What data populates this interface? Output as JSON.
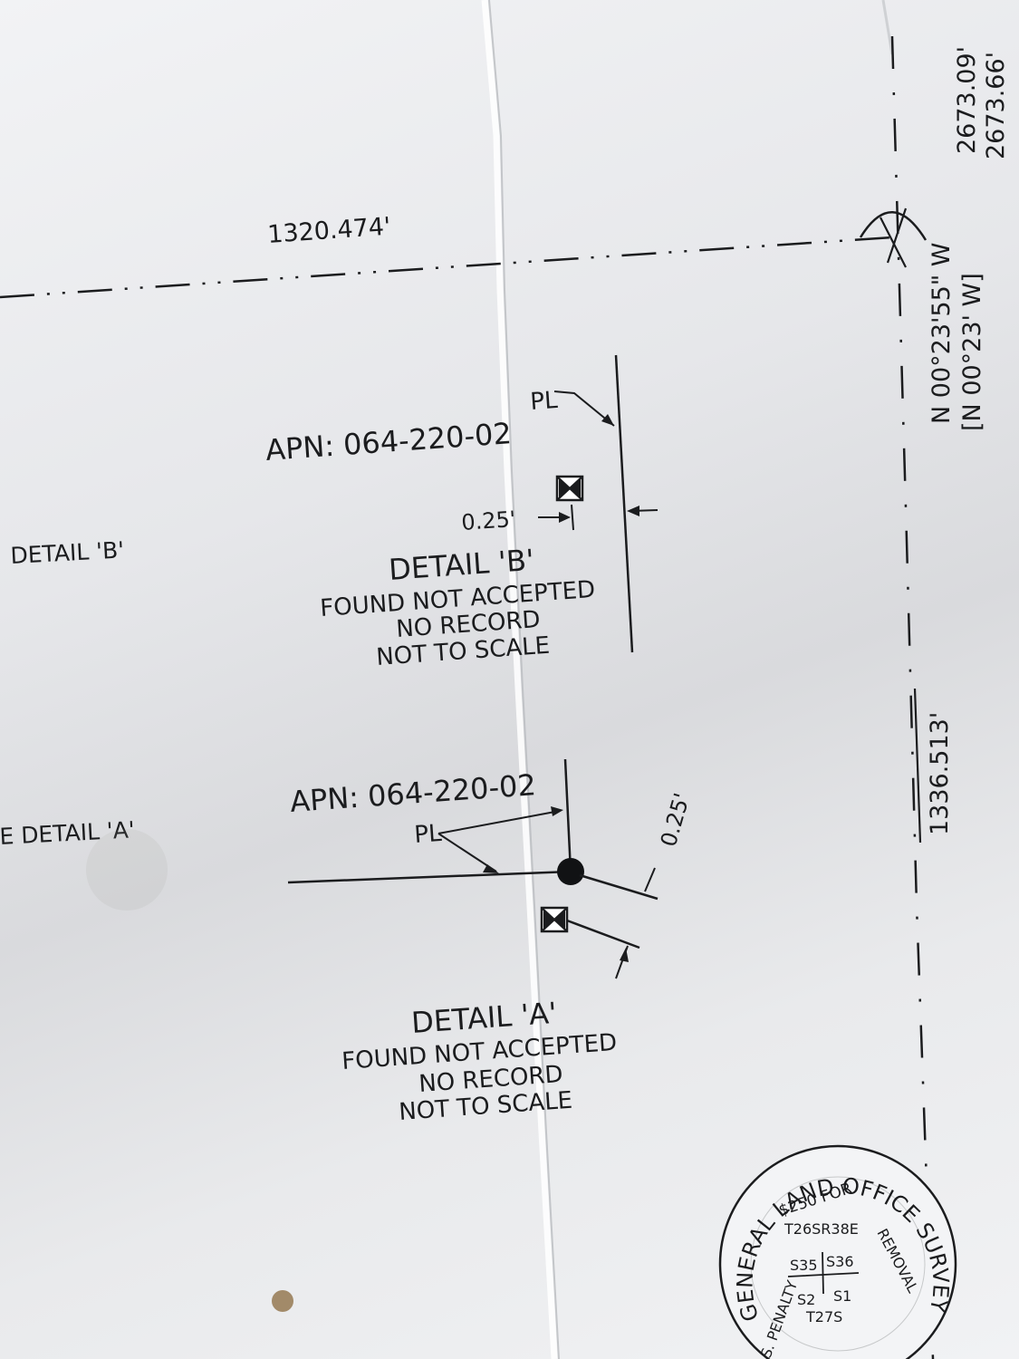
{
  "map": {
    "top_distance": "1320.474'",
    "right_bearing": "N 00°23'55\" W",
    "right_bearing_record": "[N 00°23' W]",
    "right_total": "2673.09'",
    "right_total_record": "2673.66'",
    "right_distance": "1336.513'",
    "left_ref_b": "DETAIL 'B'",
    "left_ref_a": "E DETAIL 'A'"
  },
  "detail_b": {
    "apn": "APN: 064-220-02",
    "pl_label": "PL",
    "offset": "0.25'",
    "title": "DETAIL 'B'",
    "line1": "FOUND NOT ACCEPTED",
    "line2": "NO RECORD",
    "line3": "NOT TO SCALE"
  },
  "detail_a": {
    "apn": "APN: 064-220-02",
    "pl_label": "PL",
    "offset": "0.25'",
    "title": "DETAIL 'A'",
    "line1": "FOUND NOT ACCEPTED",
    "line2": "NO RECORD",
    "line3": "NOT TO SCALE"
  },
  "seal": {
    "outer_text": "GENERAL LAND OFFICE SURVEY",
    "inner_left": "$250 FOR",
    "inner_right": "REMOVAL",
    "penalty": "S. PENALTY",
    "township": "T26SR38E",
    "s35": "S35",
    "s36": "S36",
    "s2": "S2",
    "s1": "S1",
    "township2": "T27S"
  },
  "colors": {
    "ink": "#1b1c1e",
    "paper": "#eceef0"
  }
}
